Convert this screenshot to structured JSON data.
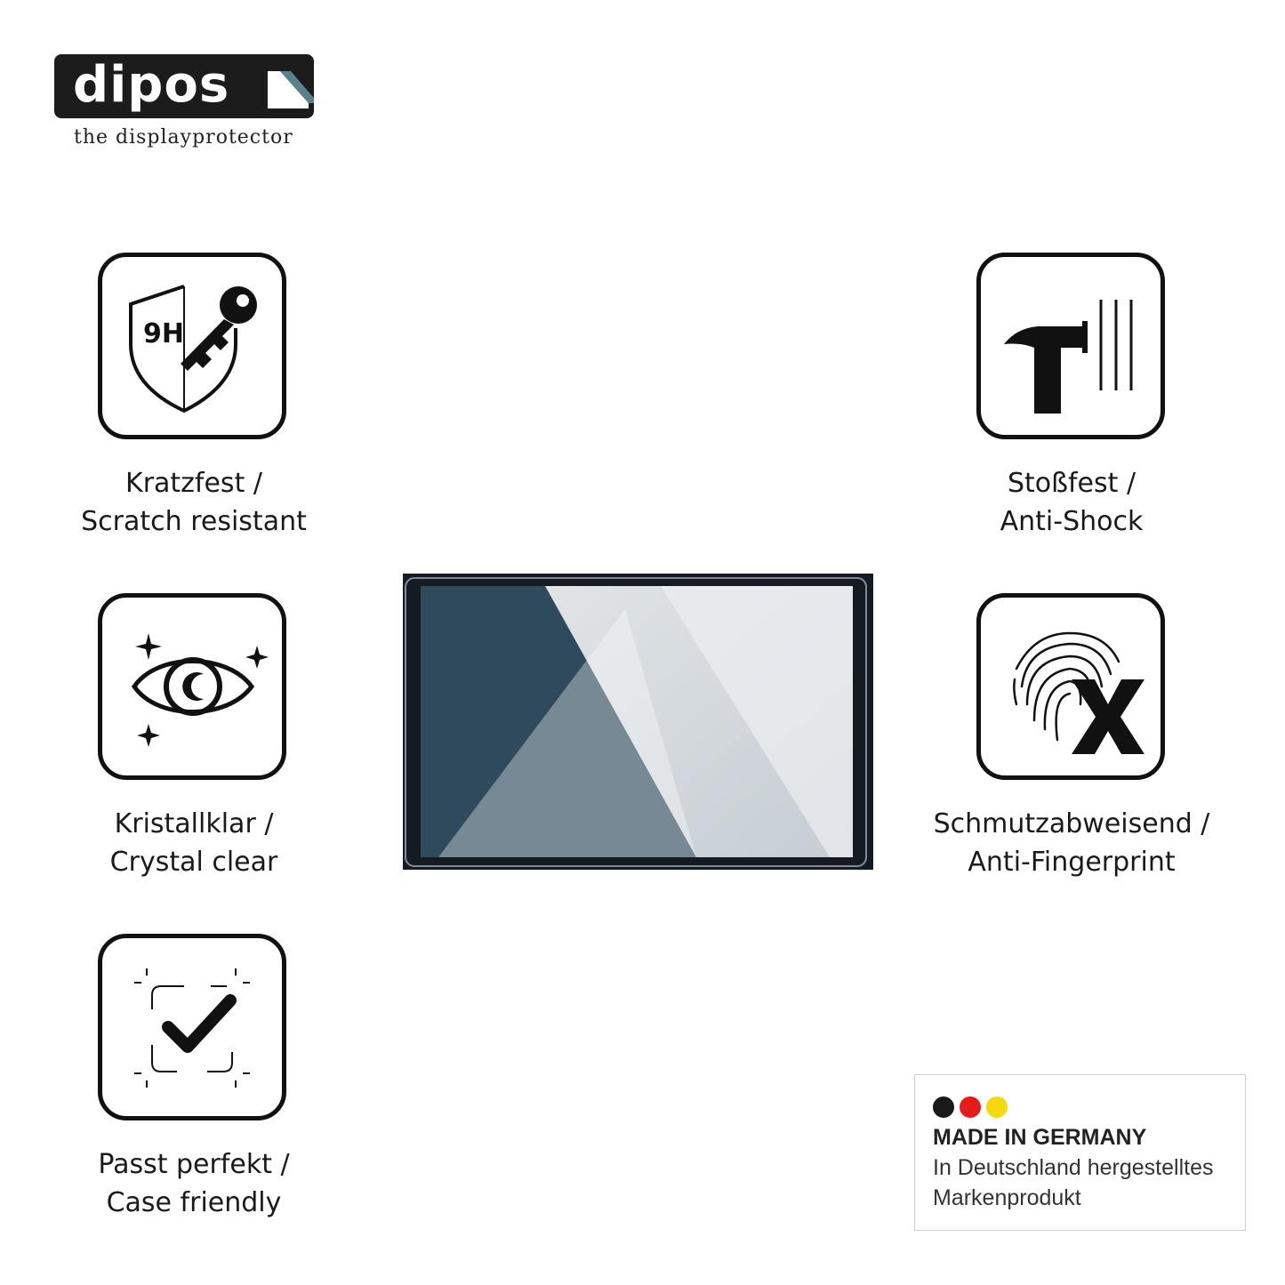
{
  "brand": {
    "name": "dipos",
    "tagline": "the displayprotector"
  },
  "features": {
    "scratch": {
      "line1": "Kratzfest /",
      "line2": "Scratch resistant",
      "icon": "shield-9h-key-icon"
    },
    "clear": {
      "line1": "Kristallklar /",
      "line2": "Crystal clear",
      "icon": "sparkle-eye-icon"
    },
    "fit": {
      "line1": "Passt perfekt /",
      "line2": "Case friendly",
      "icon": "frame-checkmark-icon"
    },
    "shock": {
      "line1": "Stoßfest /",
      "line2": "Anti-Shock",
      "icon": "hammer-icon"
    },
    "fingerprint": {
      "line1": "Schmutzabweisend /",
      "line2": "Anti-Fingerprint",
      "icon": "fingerprint-x-icon"
    }
  },
  "shield_badge": "9H",
  "badge": {
    "title": "MADE IN GERMANY",
    "line1": "In Deutschland hergestelltes",
    "line2": "Markenprodukt",
    "colors": [
      "#1a1a1a",
      "#e31b1b",
      "#f5d90a"
    ]
  }
}
